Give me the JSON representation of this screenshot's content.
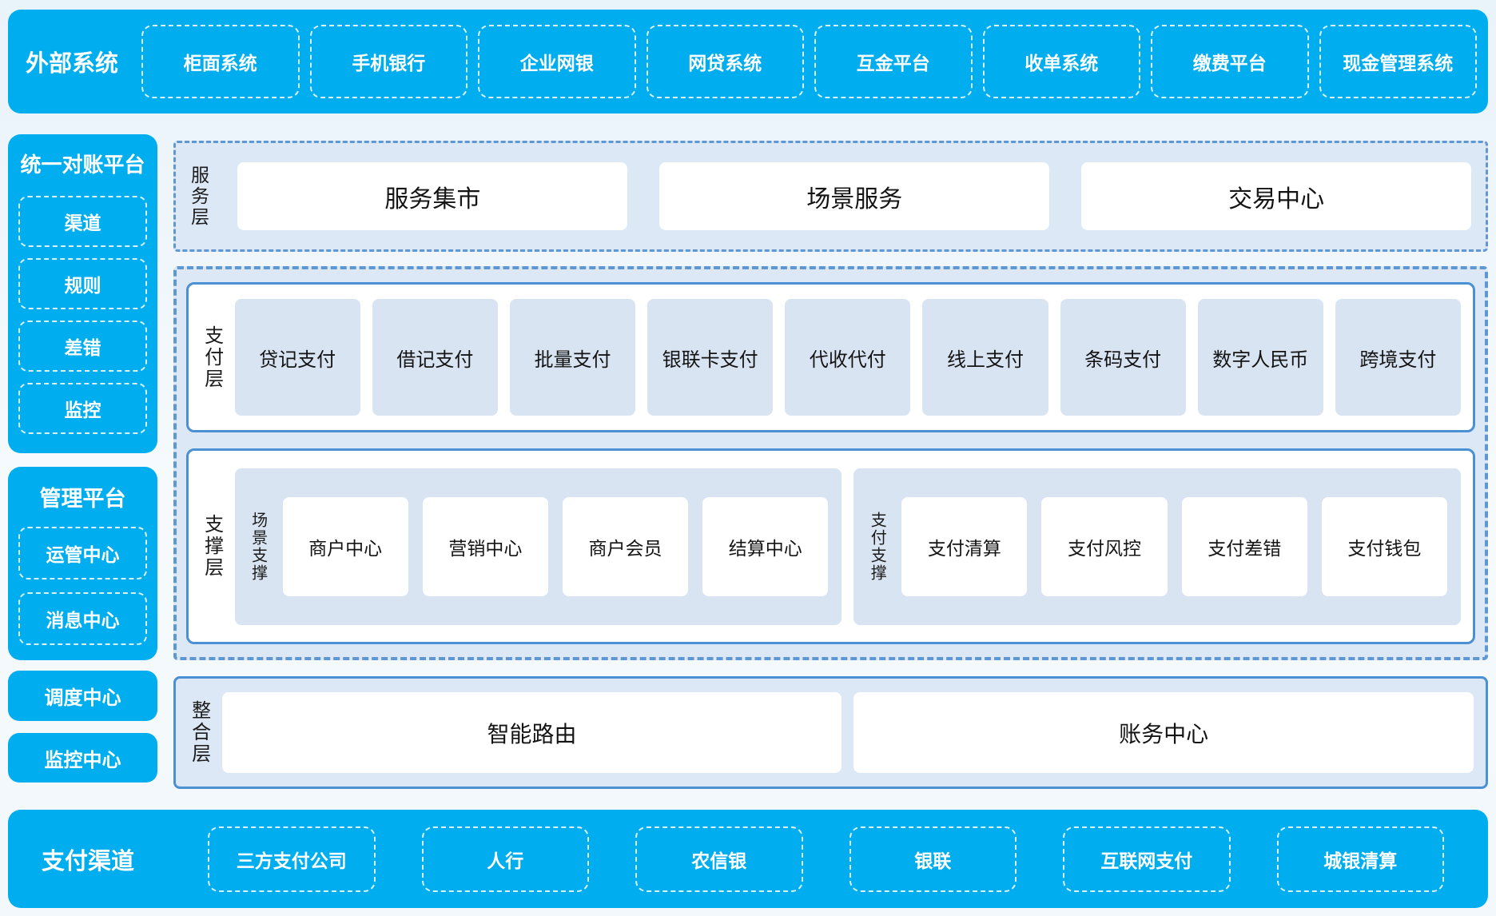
{
  "colors": {
    "brand_blue": "#00AEEF",
    "panel_light_blue": "#DCE8F6",
    "cell_light_blue": "#D9E4F3",
    "border_solid_blue": "#4A90D2",
    "border_dashed_blue": "#5F97D2",
    "text_dark": "#1B1B1B",
    "text_white": "#FFFFFF"
  },
  "top_bar": {
    "label": "外部系统",
    "items": [
      "柜面系统",
      "手机银行",
      "企业网银",
      "网贷系统",
      "互金平台",
      "收单系统",
      "缴费平台",
      "现金管理系统"
    ]
  },
  "sidebar": {
    "reconciliation_panel": {
      "title": "统一对账平台",
      "items": [
        "渠道",
        "规则",
        "差错",
        "监控"
      ]
    },
    "management_panel": {
      "title": "管理平台",
      "items": [
        "运管中心",
        "消息中心"
      ]
    },
    "blocks": [
      "调度中心",
      "监控中心"
    ]
  },
  "main": {
    "service_layer": {
      "label": "服务层",
      "items": [
        "服务集市",
        "场景服务",
        "交易中心"
      ]
    },
    "payment_layer": {
      "label": "支付层",
      "items": [
        "贷记支付",
        "借记支付",
        "批量支付",
        "银联卡支付",
        "代收代付",
        "线上支付",
        "条码支付",
        "数字人民币",
        "跨境支付"
      ]
    },
    "support_layer": {
      "label": "支撑层",
      "groups": [
        {
          "label": "场景支撑",
          "items": [
            "商户中心",
            "营销中心",
            "商户会员",
            "结算中心"
          ]
        },
        {
          "label": "支付支撑",
          "items": [
            "支付清算",
            "支付风控",
            "支付差错",
            "支付钱包"
          ]
        }
      ]
    },
    "integration_layer": {
      "label": "整合层",
      "items": [
        "智能路由",
        "账务中心"
      ]
    }
  },
  "bottom_bar": {
    "label": "支付渠道",
    "items": [
      "三方支付公司",
      "人行",
      "农信银",
      "银联",
      "互联网支付",
      "城银清算"
    ]
  }
}
